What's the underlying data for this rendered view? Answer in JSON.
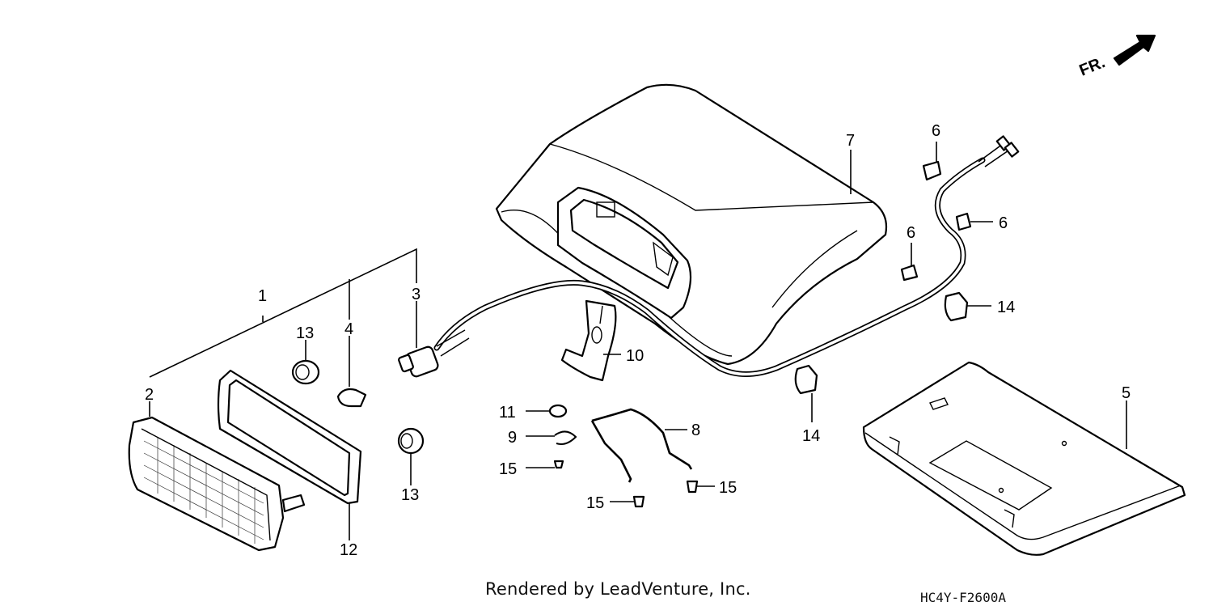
{
  "direction_indicator": "FR.",
  "callouts": {
    "c1": "1",
    "c2": "2",
    "c3": "3",
    "c4": "4",
    "c5": "5",
    "c6a": "6",
    "c6b": "6",
    "c6c": "6",
    "c7": "7",
    "c8": "8",
    "c9": "9",
    "c10": "10",
    "c11": "11",
    "c12": "12",
    "c13a": "13",
    "c13b": "13",
    "c14a": "14",
    "c14b": "14",
    "c15a": "15",
    "c15b": "15",
    "c15c": "15"
  },
  "footer": {
    "credit": "Rendered by LeadVenture, Inc.",
    "diagram_code": "HC4Y-F2600A"
  }
}
